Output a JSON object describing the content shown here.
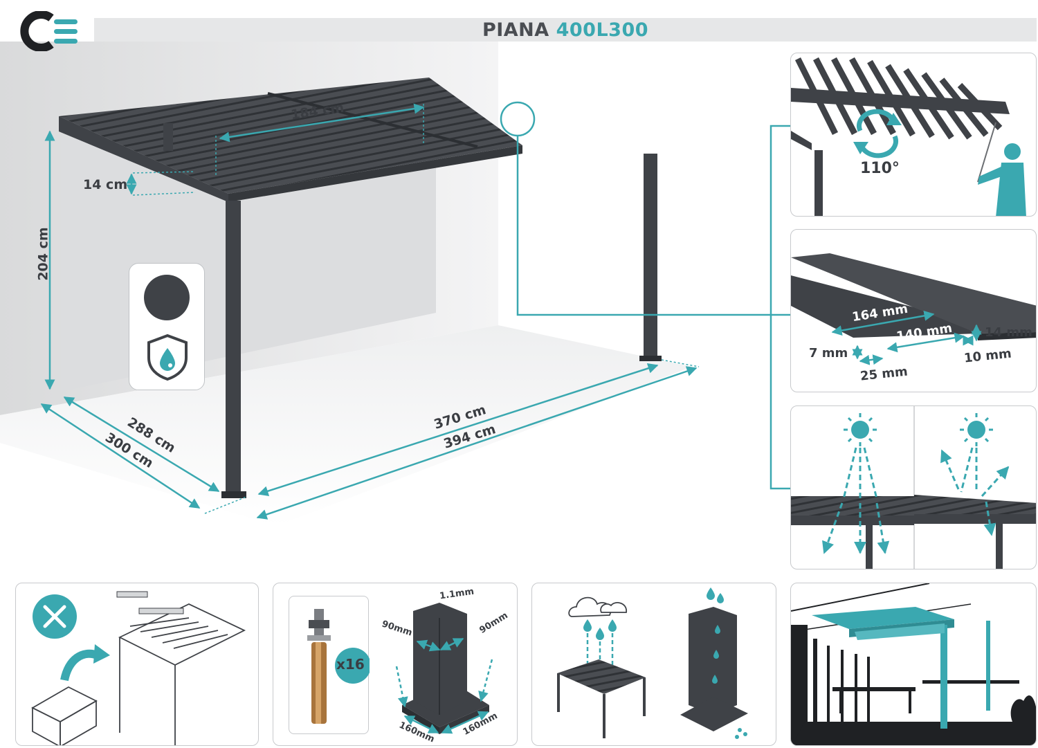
{
  "header": {
    "brand_logo": "CE",
    "title_part1": "PIANA",
    "title_part2": "400L300"
  },
  "colors": {
    "accent": "#3aa8b0",
    "frame": "#3f4247",
    "text": "#3a3d42",
    "wall": "#e3e4e5"
  },
  "main_dimensions": {
    "louver_span": "184 cm",
    "beam_height": "14 cm",
    "post_height": "204 cm",
    "depth_inner": "288 cm",
    "depth_outer": "300 cm",
    "width_inner": "370 cm",
    "width_outer": "394 cm"
  },
  "color_badge": {
    "swatch_icon": "anthracite-swatch-icon",
    "shield_icon": "waterproof-shield-icon"
  },
  "rotation_panel": {
    "angle": "110°",
    "icon": "rotate-arrows-icon"
  },
  "profile_panel": {
    "width_total": "164 mm",
    "width_inner": "140 mm",
    "height_right": "14 mm",
    "height_left": "7 mm",
    "lip_left": "25 mm",
    "lip_right": "10 mm"
  },
  "sun_panel": {
    "icon_left": "sun-icon",
    "icon_right": "sun-icon"
  },
  "bottom_panels": {
    "tools_icon": "tools-icon",
    "bolt_count": "x16",
    "post_thickness": "1.1mm",
    "post_width_a": "90mm",
    "post_width_b": "90mm",
    "plate_a": "160mm",
    "plate_b": "160mm",
    "rain_icon": "rain-cloud-icon"
  }
}
